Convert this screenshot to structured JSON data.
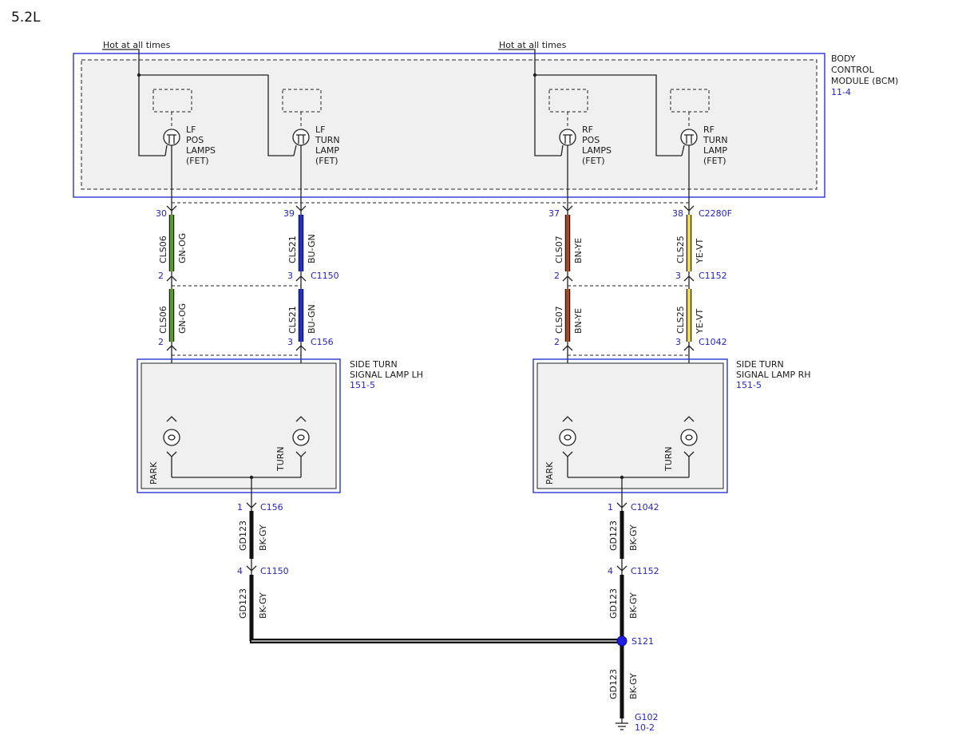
{
  "engine_label": "5.2L",
  "power_labels": [
    "Hot at all times",
    "Hot at all times"
  ],
  "bcm": {
    "name_lines": [
      "BODY",
      "CONTROL",
      "MODULE (BCM)"
    ],
    "ref": "11-4",
    "fets": [
      {
        "lines": [
          "LF",
          "POS",
          "LAMPS",
          "(FET)"
        ]
      },
      {
        "lines": [
          "LF",
          "TURN",
          "LAMP",
          "(FET)"
        ]
      },
      {
        "lines": [
          "RF",
          "POS",
          "LAMPS",
          "(FET)"
        ]
      },
      {
        "lines": [
          "RF",
          "TURN",
          "LAMP",
          "(FET)"
        ]
      }
    ]
  },
  "wires": [
    {
      "circuit": "CLS06",
      "color_code": "GN-OG",
      "fill": "#5a9e1f",
      "pins": [
        "30",
        "2",
        "2"
      ]
    },
    {
      "circuit": "CLS21",
      "color_code": "BU-GN",
      "fill": "#1f2fd8",
      "pins": [
        "39",
        "3",
        "3"
      ]
    },
    {
      "circuit": "CLS07",
      "color_code": "BN-YE",
      "fill": "#b3471c",
      "pins": [
        "37",
        "2",
        "2"
      ]
    },
    {
      "circuit": "CLS25",
      "color_code": "YE-VT",
      "fill": "#f2dc2c",
      "pins": [
        "38",
        "3",
        "3"
      ]
    }
  ],
  "connectors": {
    "bcm": "C2280F",
    "upper_left": "C1150",
    "upper_right": "C1152",
    "lower_left": "C156",
    "lower_right": "C1042"
  },
  "lamps": {
    "left": {
      "name_lines": [
        "SIDE TURN",
        "SIGNAL LAMP LH"
      ],
      "ref": "151-5",
      "park_label": "PARK",
      "turn_label": "TURN"
    },
    "right": {
      "name_lines": [
        "SIDE TURN",
        "SIGNAL LAMP RH"
      ],
      "ref": "151-5",
      "park_label": "PARK",
      "turn_label": "TURN"
    }
  },
  "ground_wires": {
    "circuit": "GD123",
    "color_code": "BK-GY",
    "left": [
      {
        "pin": "1",
        "connector": "C156"
      },
      {
        "pin": "4",
        "connector": "C1150"
      }
    ],
    "right": [
      {
        "pin": "1",
        "connector": "C1042"
      },
      {
        "pin": "4",
        "connector": "C1152"
      }
    ]
  },
  "splice": "S121",
  "ground": {
    "name": "G102",
    "ref": "10-2"
  }
}
